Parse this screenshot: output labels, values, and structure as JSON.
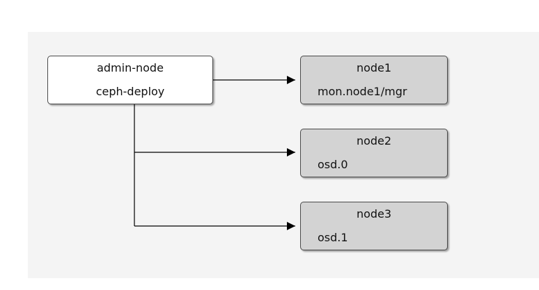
{
  "admin_node": {
    "name": "admin-node",
    "tool": "ceph-deploy"
  },
  "nodes": [
    {
      "name": "node1",
      "role": "mon.node1/mgr"
    },
    {
      "name": "node2",
      "role": "osd.0"
    },
    {
      "name": "node3",
      "role": "osd.1"
    }
  ],
  "colors": {
    "admin_fill": "#ffffff",
    "node_fill": "#d3d3d3",
    "connector": "#000000"
  }
}
